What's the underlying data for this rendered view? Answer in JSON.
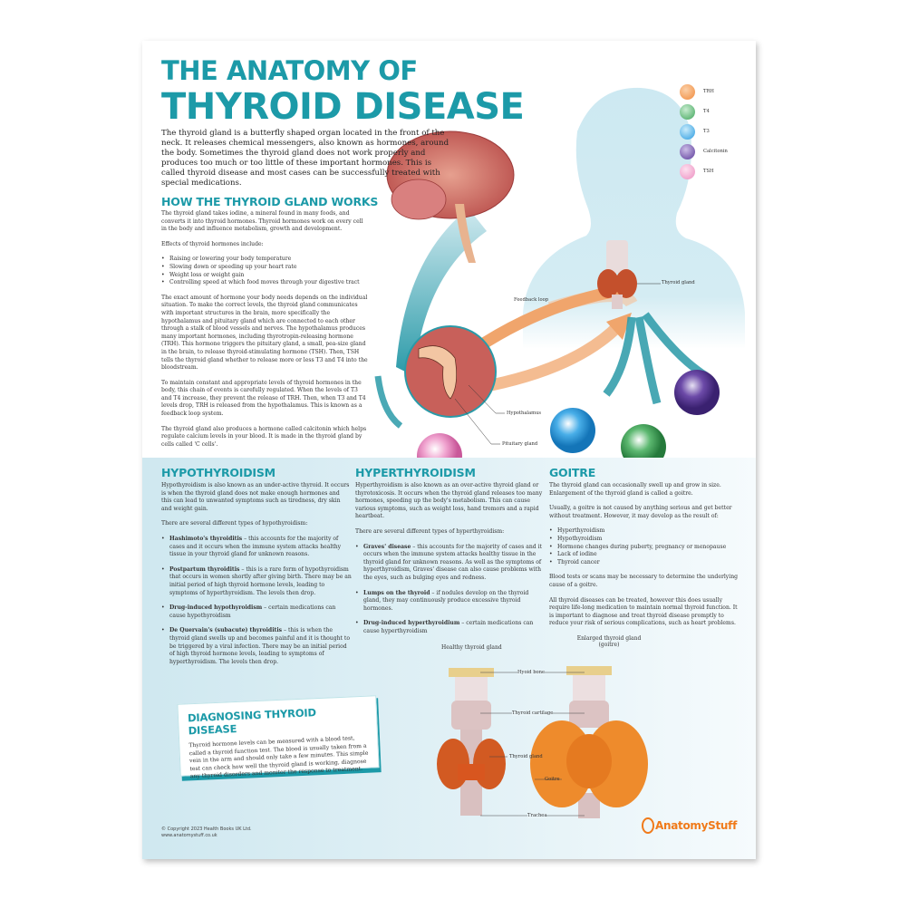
{
  "title": {
    "line1": "THE ANATOMY OF",
    "line2": "THYROID DISEASE"
  },
  "intro": "The thyroid gland is a butterfly shaped organ located in the front of the neck. It releases chemical messengers, also known as hormones, around the body. Sometimes the thyroid gland does not work properly and produces too much or too little of these important hormones. This is called thyroid disease and most cases can be successfully treated with special medications.",
  "how": {
    "heading": "HOW THE THYROID GLAND WORKS",
    "p1": "The thyroid gland takes iodine, a mineral found in many foods, and converts it into thyroid hormones. Thyroid hormones work on every cell in the body and influence metabolism, growth and development.",
    "p2": "Effects of thyroid hormones include:",
    "effects": [
      "Raising or lowering your body temperature",
      "Slowing down or speeding up your heart rate",
      "Weight loss or weight gain",
      "Controlling speed at which food moves through your digestive tract"
    ],
    "p3": "The exact amount of hormone your body needs depends on the individual situation. To make the correct levels, the thyroid gland communicates with important structures in the brain, more specifically the hypothalamus and pituitary gland which are connected to each other through a stalk of blood vessels and nerves. The hypothalamus produces many important hormones, including thyrotropin-releasing hormone (TRH). This hormone triggers the pituitary gland, a small, pea-size gland in the brain, to release thyroid-stimulating hormone (TSH). Then, TSH tells the thyroid gland whether to release more or less T3 and T4 into the bloodstream.",
    "p4": "To maintain constant and appropriate levels of thyroid hormones in the body, this chain of events is carefully regulated. When the levels of T3 and T4 increase, they prevent the release of TRH. Then, when T3 and T4 levels drop, TRH is released from the hypothalamus. This is known as a feedback loop system.",
    "p5": "The thyroid gland also produces a hormone called calcitonin which helps regulate calcium levels in your blood. It is made in the thyroid gland by cells called 'C cells'."
  },
  "legend": [
    {
      "label": "TRH",
      "color": "#f08a3c"
    },
    {
      "label": "T4",
      "color": "#3fa55a"
    },
    {
      "label": "T3",
      "color": "#2a9be0"
    },
    {
      "label": "Calcitonin",
      "color": "#5b3a9a"
    },
    {
      "label": "TSH",
      "color": "#ec8ec0"
    }
  ],
  "diagram_labels": {
    "thyroid_gland": "Thyroid gland",
    "feedback_loop": "Feedback loop",
    "hypothalamus": "Hypothalamus",
    "pituitary_gland": "Pituitary gland"
  },
  "hypo": {
    "heading": "HYPOTHYROIDISM",
    "p1": "Hypothyroidism is also known as an under-active thyroid. It occurs is when the thyroid gland does not make enough hormones and this can lead to unwanted symptoms such as tiredness, dry skin and weight gain.",
    "p2": "There are several different types of hypothyroidism:",
    "types": [
      {
        "name": "Hashimoto's thyroiditis",
        "text": " – this accounts for the majority of cases and it occurs when the immune system attacks healthy tissue in your thyroid gland for unknown reasons."
      },
      {
        "name": "Postpartum thyroiditis",
        "text": " – this is a rare form of hypothyroidism that occurs in women shortly after giving birth. There may be an initial period of high thyroid hormone levels, leading to symptoms of hyperthyroidism. The levels then drop."
      },
      {
        "name": "Drug-induced hypothyroidism",
        "text": " – certain medications can cause hypothyroidism"
      },
      {
        "name": "De Quervain's (subacute) thyroiditis",
        "text": " – this is when the thyroid gland swells up and becomes painful and it is thought to be triggered by a viral infection. There may be an initial period of high thyroid hormone levels, leading to symptoms of hyperthyroidism. The levels then drop."
      }
    ]
  },
  "hyper": {
    "heading": "HYPERTHYROIDISM",
    "p1": "Hyperthyroidism is also known as an over-active thyroid gland or thyrotoxicosis. It occurs when the thyroid gland releases too many hormones, speeding up the body's metabolism. This can cause various symptoms, such as weight loss, hand tremors and a rapid heartbeat.",
    "p2": "There are several different types of hyperthyroidism:",
    "types": [
      {
        "name": "Graves' disease",
        "text": " – this accounts for the majority of cases and it occurs when the immune system attacks healthy tissue in the thyroid gland for unknown reasons. As well as the symptoms of hyperthyroidism, Graves' disease can also cause problems with the eyes, such as bulging eyes and redness."
      },
      {
        "name": "Lumps on the thyroid",
        "text": " – if nodules develop on the thyroid gland, they may continuously produce excessive thyroid hormones."
      },
      {
        "name": "Drug-induced hyperthyroidium",
        "text": " – certain medications can cause hyperthyroidism"
      }
    ]
  },
  "goitre": {
    "heading": "GOITRE",
    "p1": "The thyroid gland can occasionally swell up and grow in size. Enlargement of the thyroid gland is called a goitre.",
    "p2": "Usually, a goitre is not caused by anything serious and get better without treatment. However, it may develop as the result of:",
    "causes": [
      "Hyperthyroidism",
      "Hypothyroidism",
      "Hormone changes during puberty, pregnancy or menopause",
      "Lack of iodine",
      "Thyroid cancer"
    ],
    "p3": "Blood tests or scans may be necessary to determine the underlying cause of a goitre.",
    "p4": "All thyroid diseases can be treated, however this does usually require life-long medication to maintain normal thyroid function. It is important to diagnose and treat thyroid disease promptly to reduce your risk of serious complications, such as heart problems."
  },
  "diagnosing": {
    "heading": "DIAGNOSING THYROID DISEASE",
    "text": "Thyroid hormone levels can be measured with a blood test, called a thyroid function test. The blood is usually taken from a vein in the arm and should only take a few minutes. This simple test can check how well the thyroid gland is working, diagnose any thyroid disorders and monitor the response to treatment."
  },
  "comparison": {
    "healthy_title": "Healthy thyroid gland",
    "enlarged_title": "Enlarged thyroid gland",
    "enlarged_sub": "(goitre)",
    "labels": {
      "hyoid": "Hyoid bone",
      "cartilage": "Thyroid cartilage",
      "gland": "Thyroid gland",
      "goitre": "Goitre",
      "trachea": "Trachea"
    }
  },
  "footer": {
    "copyright": "© Copyright 2023 Health Books UK Ltd.",
    "website": "www.anatomystuff.co.uk",
    "brand": "AnatomyStuff"
  },
  "colors": {
    "accent": "#1c9aa8",
    "brand": "#f07a1a"
  }
}
